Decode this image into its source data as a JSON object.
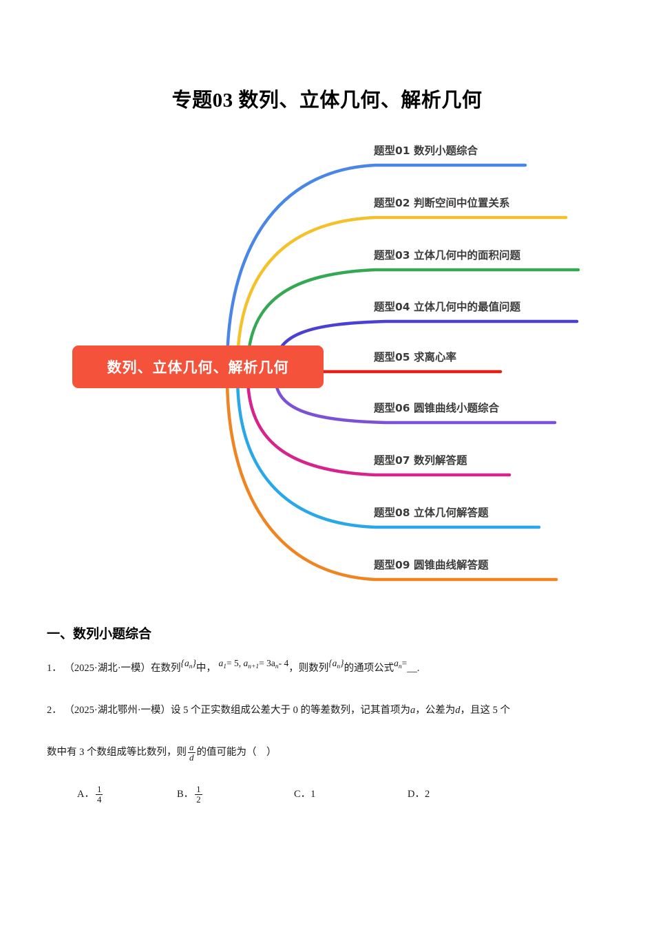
{
  "document": {
    "title": "专题03 数列、立体几何、解析几何"
  },
  "mindmap": {
    "center": {
      "label": "数列、立体几何、解析几何",
      "color": "#f4523a"
    },
    "branches": [
      {
        "label": "题型01 数列小题综合",
        "color": "#4a86e8"
      },
      {
        "label": "题型02 判断空间中位置关系",
        "color": "#f5c12a"
      },
      {
        "label": "题型03 立体几何中的面积问题",
        "color": "#34a853"
      },
      {
        "label": "题型04 立体几何中的最值问题",
        "color": "#4b3fd4"
      },
      {
        "label": "题型05 求离心率",
        "color": "#e32119"
      },
      {
        "label": "题型06 圆锥曲线小题综合",
        "color": "#7b52d6"
      },
      {
        "label": "题型07 数列解答题",
        "color": "#d6248c"
      },
      {
        "label": "题型08 立体几何解答题",
        "color": "#29a8e8"
      },
      {
        "label": "题型09 圆锥曲线解答题",
        "color": "#f08421"
      }
    ]
  },
  "content": {
    "section_heading": "一、数列小题综合",
    "questions": [
      {
        "number": "1．",
        "source": "（2025·湖北·一模）",
        "text_1": "在数列",
        "seq_1": "{a",
        "seq_1_sub": "n",
        "seq_1_end": "}",
        "text_2": "中，",
        "formula_a1": "a",
        "formula_a1_sub": "1",
        "formula_eq5": "= 5,",
        "formula_an1": "a",
        "formula_an1_sub": "n+1",
        "formula_eq3an": "= 3a",
        "formula_an_sub": "n",
        "formula_minus4": "- 4",
        "text_3": "，则数列",
        "seq_2": "{a",
        "seq_2_sub": "n",
        "seq_2_end": "}",
        "text_4": "的通项公式",
        "formula_an": "a",
        "formula_an_sub2": "n",
        "formula_equals": "=",
        "blank": "__."
      },
      {
        "number": "2．",
        "source": "（2025·湖北鄂州·一模）",
        "line1_a": "设 5 个正实数组成公差大于 0 的等差数列，记其首项为",
        "line1_var_a": "a",
        "line1_b": "，公差为",
        "line1_var_d": "d",
        "line1_c": "，且这 5 个",
        "line2_a": "数中有 3 个数组成等比数列，则",
        "frac_num": "a",
        "frac_den": "d",
        "line2_b": "的值可能为（　）",
        "options": [
          {
            "tag": "A．",
            "is_fraction": true,
            "num": "1",
            "den": "4",
            "value": ""
          },
          {
            "tag": "B．",
            "is_fraction": true,
            "num": "1",
            "den": "2",
            "value": ""
          },
          {
            "tag": "C．",
            "is_fraction": false,
            "num": "",
            "den": "",
            "value": "1"
          },
          {
            "tag": "D．",
            "is_fraction": false,
            "num": "",
            "den": "",
            "value": "2"
          }
        ]
      }
    ]
  }
}
